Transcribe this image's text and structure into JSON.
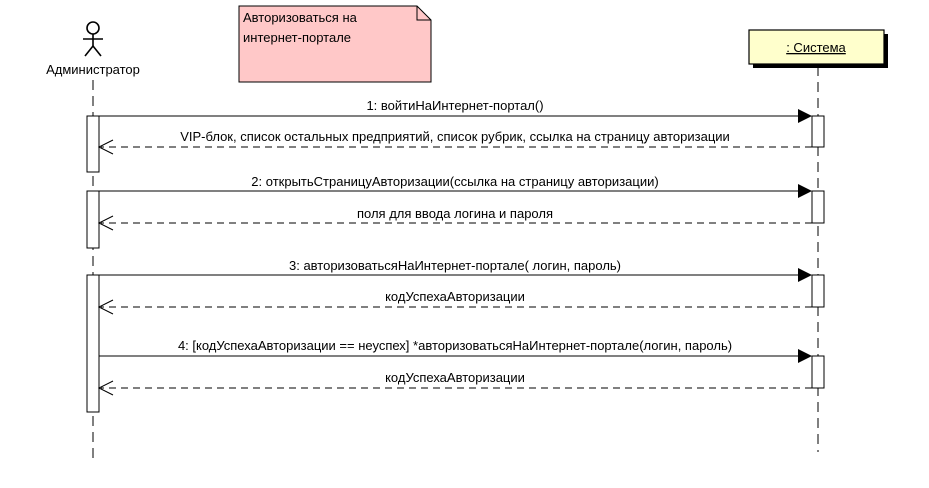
{
  "actor": {
    "name": "Администратор"
  },
  "system": {
    "name": ": Система"
  },
  "note": {
    "lines": [
      "Авторизоваться на",
      "интернет-портале"
    ]
  },
  "messages": [
    {
      "call": "1: войтиНаИнтернет-портал()",
      "reply": "VIP-блок, список остальных предприятий, список рубрик, ссылка на страницу авторизации"
    },
    {
      "call": "2: открытьСтраницуАвторизации(ссылка на страницу авторизации)",
      "reply": "поля для ввода логина и пароля"
    },
    {
      "call": "3: авторизоватьсяНаИнтернет-портале( логин, пароль)",
      "reply": "кодУспехаАвторизации"
    },
    {
      "call": "4: [кодУспехаАвторизации == неуспех] *авторизоватьсяНаИнтернет-портале(логин, пароль)",
      "reply": "кодУспехаАвторизации"
    }
  ],
  "colors": {
    "note_fill": "#ffc8c8",
    "system_fill": "#ffffcc",
    "line": "#000000",
    "activation_fill": "#ffffff"
  }
}
